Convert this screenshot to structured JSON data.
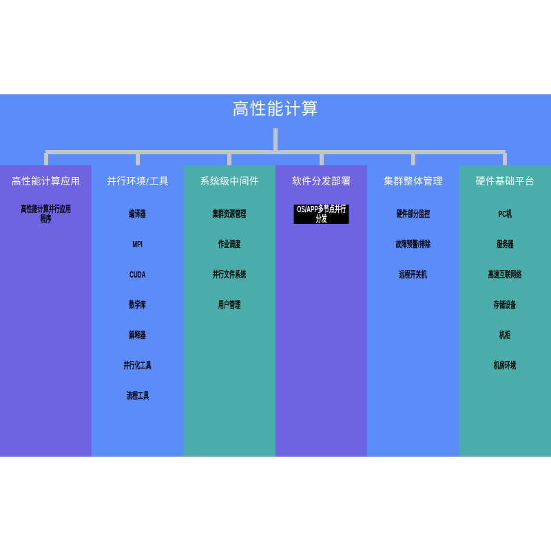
{
  "diagram": {
    "type": "tree",
    "root": {
      "label": "高性能计算"
    },
    "palette": {
      "canvas": "#5b8cfa",
      "purple": "#6e63e0",
      "blue": "#5b8cfa",
      "teal": "#4aada9",
      "connector": "#c3c6cc",
      "header_text": "#ffffff",
      "item_text": "#000000"
    },
    "columns": [
      {
        "label": "高性能计算应用",
        "color": "purple",
        "items": [
          {
            "text": "高性能计算并行应用程序",
            "wrap": true,
            "highlight": false
          }
        ]
      },
      {
        "label": "并行环境/工具",
        "color": "blue",
        "items": [
          {
            "text": "编译器",
            "wrap": false,
            "highlight": false
          },
          {
            "text": "MPI",
            "wrap": false,
            "highlight": false
          },
          {
            "text": "CUDA",
            "wrap": false,
            "highlight": false
          },
          {
            "text": "数学库",
            "wrap": false,
            "highlight": false
          },
          {
            "text": "解释器",
            "wrap": false,
            "highlight": false
          },
          {
            "text": "并行化工具",
            "wrap": false,
            "highlight": false
          },
          {
            "text": "流程工具",
            "wrap": false,
            "highlight": false
          }
        ]
      },
      {
        "label": "系统级中间件",
        "color": "teal",
        "items": [
          {
            "text": "集群资源管理",
            "wrap": false,
            "highlight": false
          },
          {
            "text": "作业调度",
            "wrap": false,
            "highlight": false
          },
          {
            "text": "并行文件系统",
            "wrap": false,
            "highlight": false
          },
          {
            "text": "用户管理",
            "wrap": false,
            "highlight": false
          }
        ]
      },
      {
        "label": "软件分发部署",
        "color": "purple",
        "items": [
          {
            "text": "OS/APP多节点并行分发",
            "wrap": true,
            "highlight": true
          }
        ]
      },
      {
        "label": "集群整体管理",
        "color": "blue",
        "items": [
          {
            "text": "硬件部分监控",
            "wrap": false,
            "highlight": false
          },
          {
            "text": "故障预警/排除",
            "wrap": false,
            "highlight": false
          },
          {
            "text": "远程开关机",
            "wrap": false,
            "highlight": false
          }
        ]
      },
      {
        "label": "硬件基础平台",
        "color": "teal",
        "items": [
          {
            "text": "PC机",
            "wrap": false,
            "highlight": false
          },
          {
            "text": "服务器",
            "wrap": false,
            "highlight": false
          },
          {
            "text": "高速互联网络",
            "wrap": false,
            "highlight": false
          },
          {
            "text": "存储设备",
            "wrap": false,
            "highlight": false
          },
          {
            "text": "机柜",
            "wrap": false,
            "highlight": false
          },
          {
            "text": "机房环境",
            "wrap": false,
            "highlight": false
          }
        ]
      }
    ]
  }
}
